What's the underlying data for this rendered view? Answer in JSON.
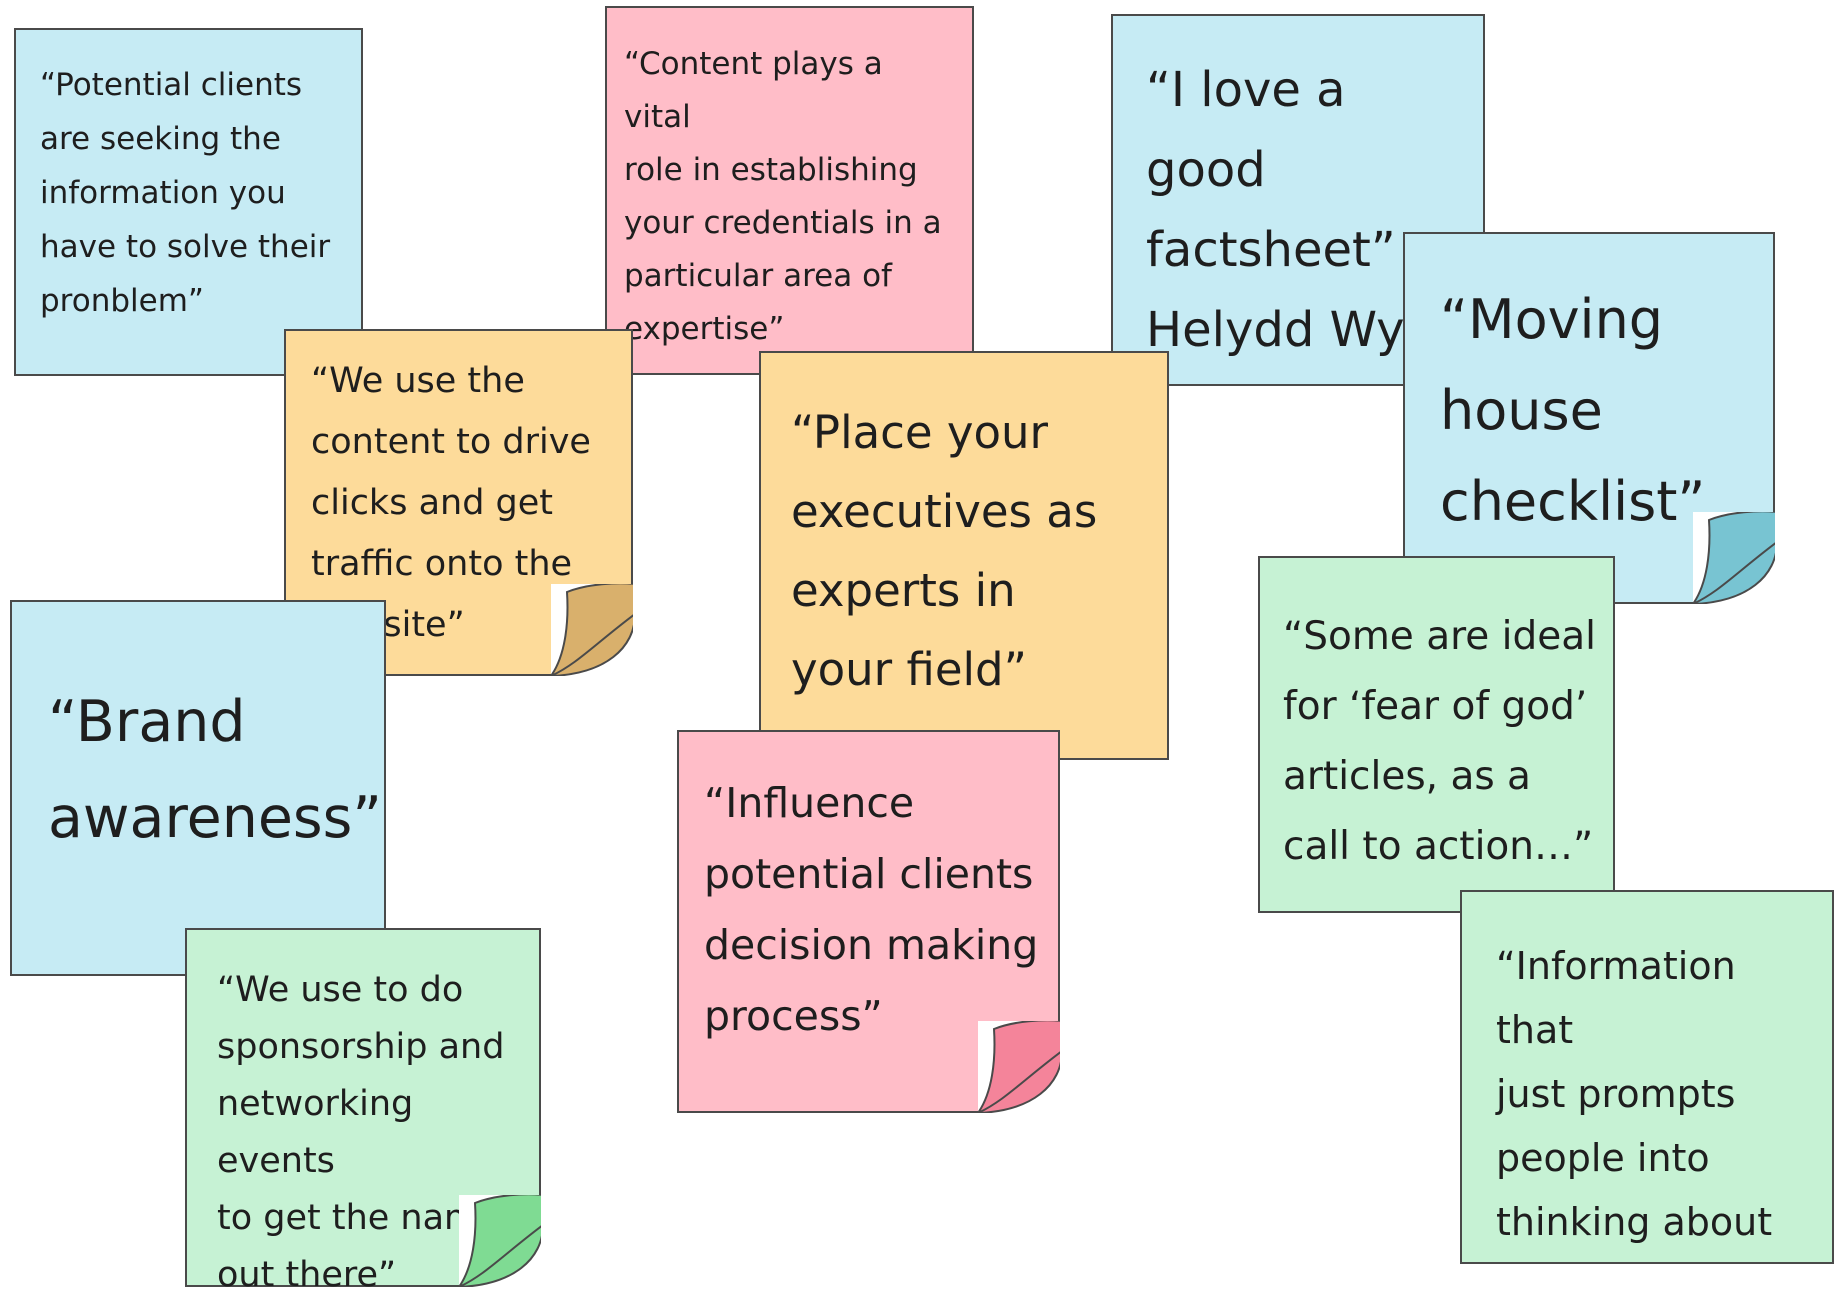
{
  "notes": [
    {
      "id": "n1",
      "color": "#c6ebf4",
      "text": "“Potential clients\nare seeking the\ninformation you\nhave to solve their\npronblem”",
      "curl": false
    },
    {
      "id": "n2",
      "color": "#ffbdc8",
      "text": "“Content plays a vital\nrole in establishing\nyour credentials in a\nparticular area of\nexpertise”",
      "curl": false
    },
    {
      "id": "n3",
      "color": "#c6ebf4",
      "text": "“I love a good\nfactsheet”\nHelydd Wyn,\nSolicitor",
      "curl": false
    },
    {
      "id": "n4",
      "color": "#c6ebf4",
      "text": "“Moving\nhouse\nchecklist”",
      "curl": true,
      "curl_color": "#78c4d2"
    },
    {
      "id": "n5",
      "color": "#fddb9a",
      "text": "“We use the\ncontent to drive\nclicks and get\ntraffic onto the\nwebsite”",
      "curl": true,
      "curl_color": "#d9b06c"
    },
    {
      "id": "n6",
      "color": "#fddb9a",
      "text": "“Place your\nexecutives as\nexperts in\nyour field”",
      "curl": false
    },
    {
      "id": "n7",
      "color": "#c6ebf4",
      "text": "“Brand\nawareness”",
      "curl": false
    },
    {
      "id": "n8",
      "color": "#ffbdc8",
      "text": "“Influence\npotential clients\ndecision making\nprocess”",
      "curl": true,
      "curl_color": "#f4849a"
    },
    {
      "id": "n9",
      "color": "#c6f2d4",
      "text": "“Some are ideal\nfor ‘fear of god’\narticles, as a\ncall to action…”",
      "curl": false
    },
    {
      "id": "n10",
      "color": "#c6f2d4",
      "text": "“We use to do\nsponsorship and\nnetworking events\nto get the name\nout there”",
      "curl": true,
      "curl_color": "#7fdb93"
    },
    {
      "id": "n11",
      "color": "#c6f2d4",
      "text": "“Information that\njust prompts\npeople into\nthinking about\nestate planning”",
      "curl": false
    }
  ]
}
